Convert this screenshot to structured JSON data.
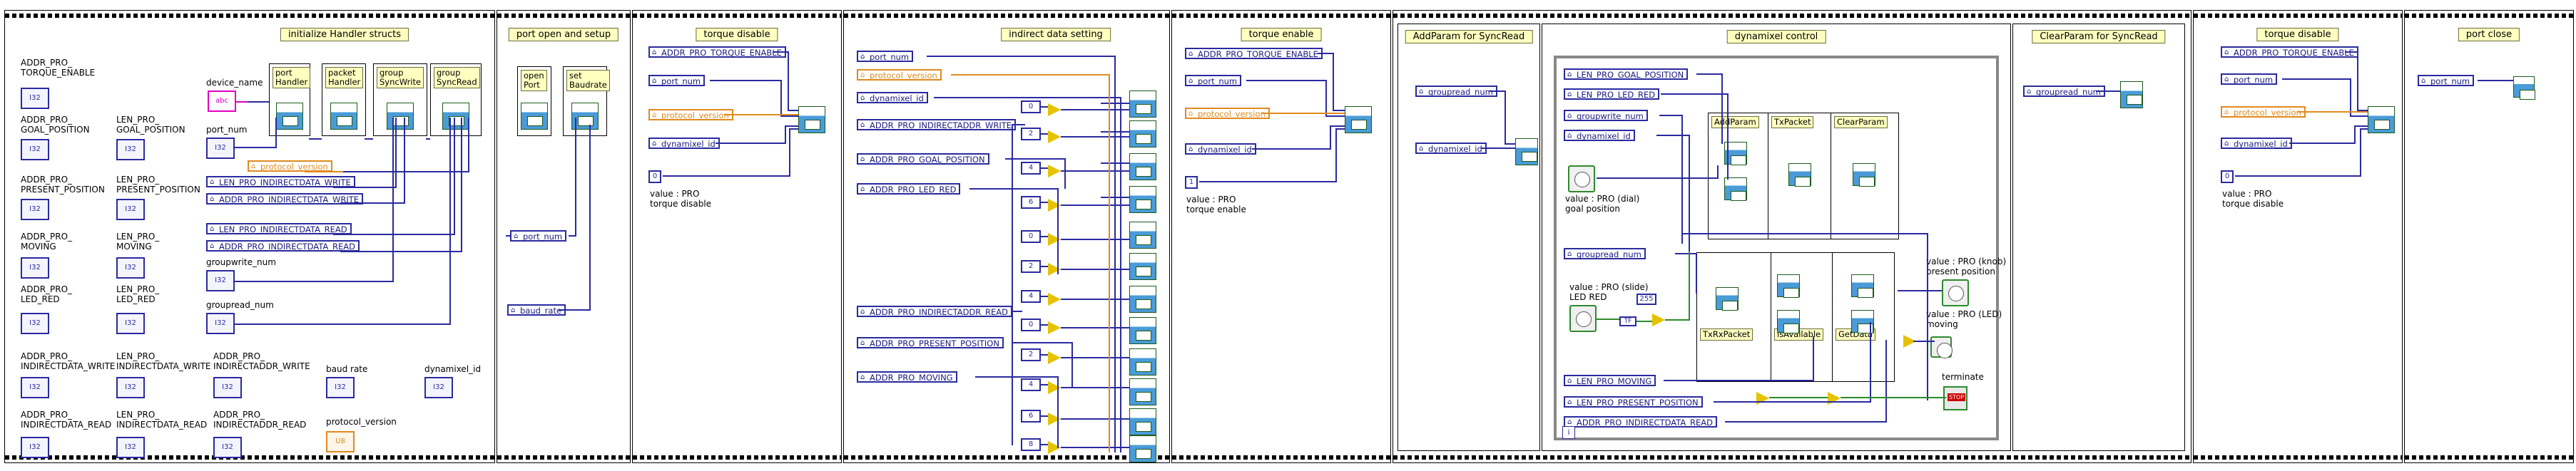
{
  "frames": [
    {
      "title": "initialize Handler structs"
    },
    {
      "title": "port open and setup"
    },
    {
      "title": "torque disable"
    },
    {
      "title": "indirect data setting"
    },
    {
      "title": "torque enable"
    },
    {
      "title": "AddParam for SyncRead"
    },
    {
      "title": "dynamixel control"
    },
    {
      "title": "ClearParam for SyncRead"
    },
    {
      "title": "torque disable"
    },
    {
      "title": "port close"
    }
  ],
  "init": {
    "controls_left": [
      "ADDR_PRO_\nTORQUE_ENABLE",
      "ADDR_PRO_\nGOAL_POSITION",
      "ADDR_PRO_\nPRESENT_POSITION",
      "ADDR_PRO_\nMOVING",
      "ADDR_PRO_\nLED_RED",
      "ADDR_PRO_\nINDIRECTDATA_WRITE",
      "ADDR_PRO_\nINDIRECTDATA_READ"
    ],
    "controls_mid": [
      "LEN_PRO_\nGOAL_POSITION",
      "LEN_PRO_\nPRESENT_POSITION",
      "LEN_PRO_\nMOVING",
      "LEN_PRO_\nLED_RED",
      "LEN_PRO_\nINDIRECTDATA_WRITE",
      "LEN_PRO_\nINDIRECTDATA_READ"
    ],
    "addr_indirect": "ADDR_PRO_\nINDIRECTADDR_WRITE",
    "addr_indirect_read": "ADDR_PRO_\nINDIRECTADDR_READ",
    "baud_rate": "baud rate",
    "dynamixel_id": "dynamixel_id",
    "protocol_version": "protocol_version",
    "device_name": "device_name",
    "port_num": "port_num",
    "groupwrite_num": "groupwrite_num",
    "groupread_num": "groupread_num",
    "term_code": "I32",
    "term_code_u8": "U8",
    "abc": "abc",
    "subs": [
      "port\nHandler",
      "packet\nHandler",
      "group\nSyncWrite",
      "group\nSyncRead"
    ],
    "constants": [
      "protocol_version",
      "LEN_PRO_INDIRECTDATA_WRITE",
      "ADDR_PRO_INDIRECTDATA_WRITE",
      "LEN_PRO_INDIRECTDATA_READ",
      "ADDR_PRO_INDIRECTDATA_READ"
    ]
  },
  "port": {
    "subs": [
      "open\nPort",
      "set\nBaudrate"
    ],
    "constants": [
      "port_num",
      "baud_rate"
    ]
  },
  "torque_disable": {
    "constants": [
      "ADDR_PRO_TORQUE_ENABLE",
      "port_num",
      "protocol_version",
      "dynamixel_id"
    ],
    "zero": "0",
    "caption": "value : PRO\ntorque disable"
  },
  "indirect": {
    "constants": [
      "port_num",
      "protocol_version",
      "dynamixel_id",
      "ADDR_PRO_INDIRECTADDR_WRITE",
      "ADDR_PRO_GOAL_POSITION",
      "ADDR_PRO_LED_RED",
      "ADDR_PRO_INDIRECTADDR_READ",
      "ADDR_PRO_PRESENT_POSITION",
      "ADDR_PRO_MOVING"
    ],
    "smalls": [
      "0",
      "2",
      "4",
      "6",
      "0",
      "2",
      "4",
      "0",
      "2",
      "4",
      "6",
      "8"
    ]
  },
  "torque_enable": {
    "constants": [
      "ADDR_PRO_TORQUE_ENABLE",
      "port_num",
      "protocol_version",
      "dynamixel_id"
    ],
    "one": "1",
    "caption": "value : PRO\ntorque enable"
  },
  "addparam": {
    "constants": [
      "groupread_num",
      "dynamixel_id"
    ]
  },
  "control": {
    "constants": [
      "LEN_PRO_GOAL_POSITION",
      "LEN_PRO_LED_RED",
      "groupwrite_num",
      "dynamixel_id",
      "groupread_num",
      "LEN_PRO_MOVING",
      "LEN_PRO_PRESENT_POSITION",
      "ADDR_PRO_INDIRECTDATA_READ"
    ],
    "subs": [
      "AddParam",
      "TxPacket",
      "ClearParam",
      "TxRxPacket",
      "isAvailable",
      "GetData"
    ],
    "dial_caption": "value : PRO (dial)\ngoal position",
    "slide_caption": "value : PRO (slide)\nLED RED",
    "knob_caption": "value : PRO (knob)\npresent position",
    "led_caption": "value : PRO (LED)\nmoving",
    "terminate": "terminate",
    "tf": "TF",
    "n255": "255",
    "iter": "i"
  },
  "clearparam": {
    "constants": [
      "groupread_num"
    ]
  },
  "torque_disable2": {
    "constants": [
      "ADDR_PRO_TORQUE_ENABLE",
      "port_num",
      "protocol_version",
      "dynamixel_id"
    ],
    "zero": "0",
    "caption": "value : PRO\ntorque disable"
  },
  "port_close": {
    "constants": [
      "port_num"
    ]
  }
}
